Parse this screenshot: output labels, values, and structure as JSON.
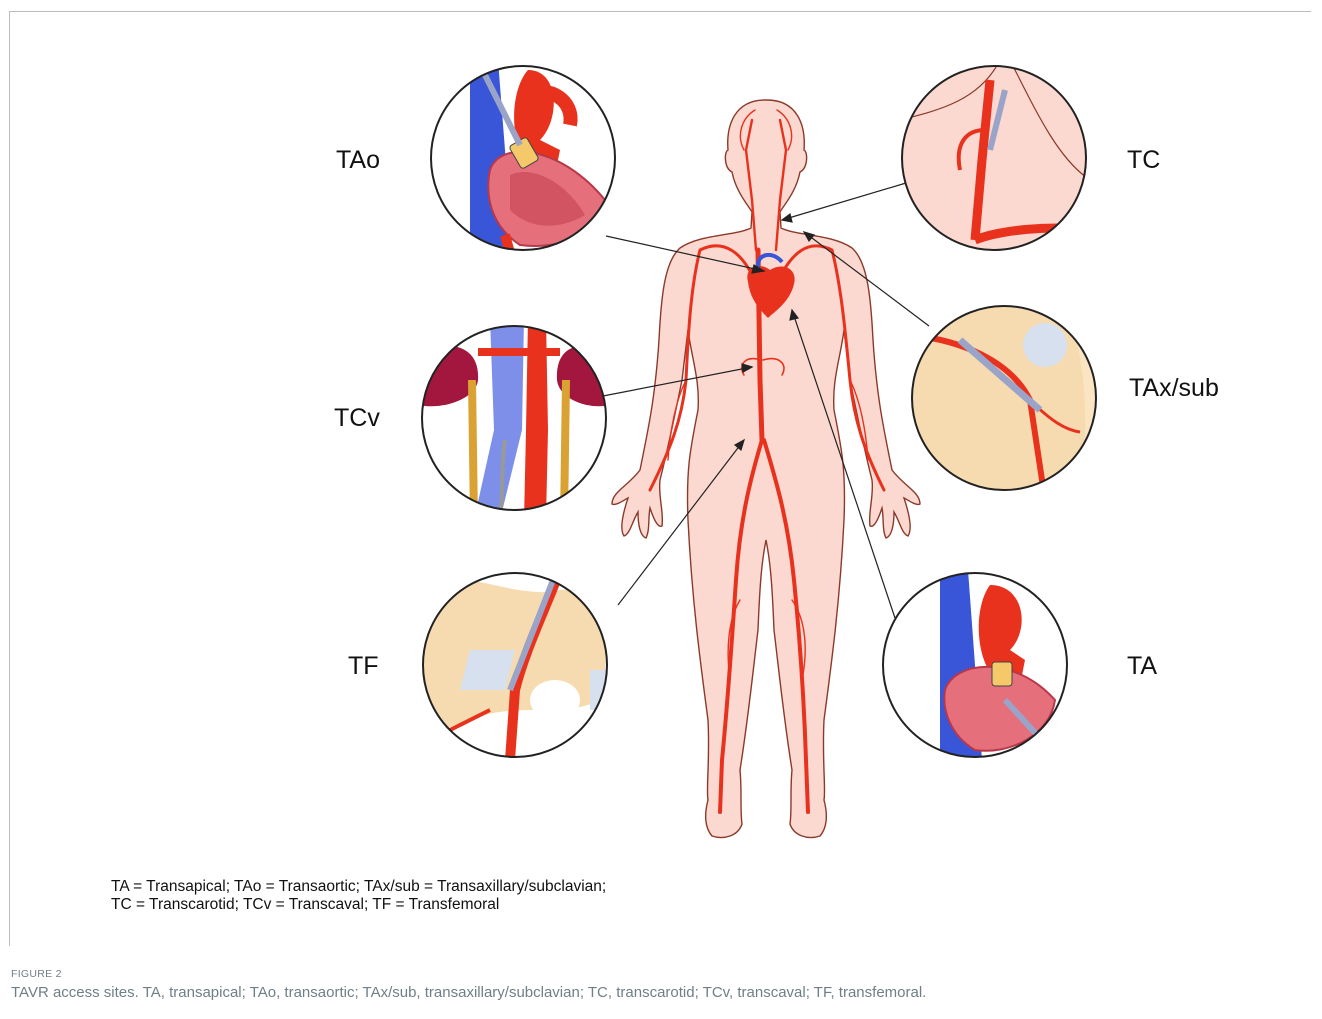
{
  "labels": {
    "tao": "TAo",
    "tcv": "TCv",
    "tf": "TF",
    "tc": "TC",
    "taxsub": "TAx/sub",
    "ta": "TA"
  },
  "legend": {
    "line1": "TA = Transapical; TAo = Transaortic; TAx/sub = Transaxillary/subclavian;",
    "line2": "TC = Transcarotid;  TCv = Transcaval; TF = Transfemoral"
  },
  "figure": {
    "number": "FIGURE 2",
    "caption": "TAVR access sites. TA, transapical; TAo, transaortic; TAx/sub, transaxillary/subclavian; TC, transcarotid; TCv, transcaval; TF, transfemoral."
  },
  "colors": {
    "artery": "#e8321e",
    "vein": "#3a56d8",
    "skin": "#fbd9d0",
    "outline": "#8a3a2a",
    "heart": "#d84b5a",
    "bone": "#f7dbb0",
    "kidney": "#a3173f",
    "ureter": "#d9a233"
  }
}
